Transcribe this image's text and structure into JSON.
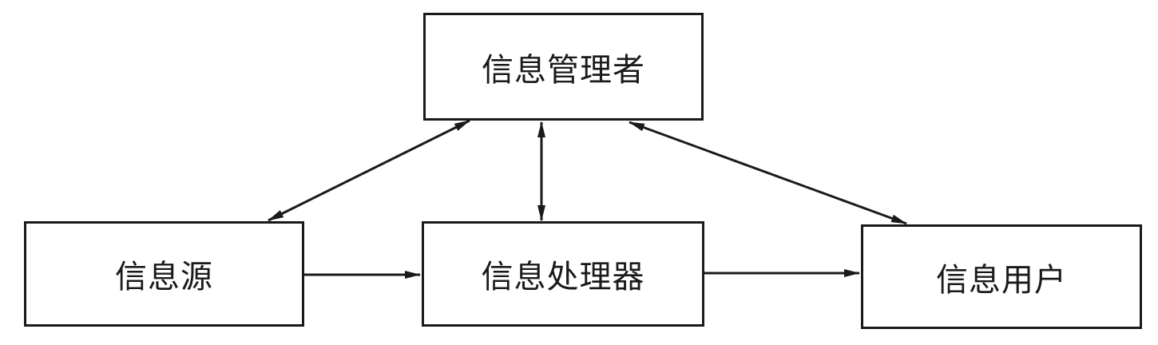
{
  "diagram": {
    "type": "flow-diagram",
    "nodes": {
      "manager": {
        "label": "信息管理者"
      },
      "source": {
        "label": "信息源"
      },
      "processor": {
        "label": "信息处理器"
      },
      "user": {
        "label": "信息用户"
      }
    },
    "edges": [
      {
        "from": "manager",
        "to": "source",
        "direction": "bidirectional"
      },
      {
        "from": "manager",
        "to": "processor",
        "direction": "bidirectional"
      },
      {
        "from": "manager",
        "to": "user",
        "direction": "bidirectional"
      },
      {
        "from": "source",
        "to": "processor",
        "direction": "forward"
      },
      {
        "from": "processor",
        "to": "user",
        "direction": "forward"
      }
    ],
    "colors": {
      "stroke": "#1a1a1a",
      "background": "#ffffff"
    }
  }
}
